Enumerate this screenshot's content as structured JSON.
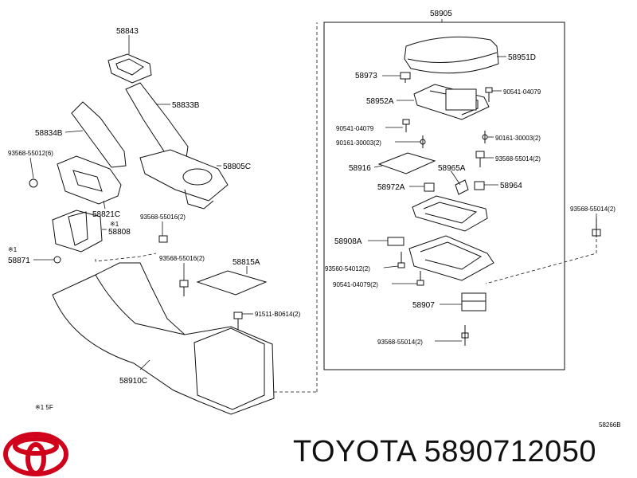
{
  "diagram": {
    "labels": {
      "p58905": "58905",
      "p58843": "58843",
      "p58951D": "58951D",
      "p58973": "58973",
      "p90541_top": "90541-04079",
      "p58833B": "58833B",
      "p58952A": "58952A",
      "p58834B": "58834B",
      "p90541_left": "90541-04079",
      "p90161_left": "90161-30003(2)",
      "p90161_right": "90161-30003(2)",
      "p93568_55012": "93568-55012(6)",
      "p58805C": "58805C",
      "p93568_55014_top": "93568-55014(2)",
      "p58916": "58916",
      "p58965A": "58965A",
      "p58972A": "58972A",
      "p58964": "58964",
      "p58821C": "58821C",
      "p93568_55016_a": "93568-55016(2)",
      "p93568_55014_right": "93568-55014(2)",
      "note1_a": "※1",
      "p58808": "58808",
      "note1_b": "※1",
      "p58871": "58871",
      "p58908A": "58908A",
      "p93568_55016_b": "93568-55016(2)",
      "p58815A": "58815A",
      "p93560_54012": "93560-54012(2)",
      "p90541_bottom": "90541-04079(2)",
      "p58907": "58907",
      "p91511": "91511-B0614(2)",
      "p93568_55014_bottom": "93568-55014(2)",
      "p58910C": "58910C",
      "footnote": "※1 5F",
      "code": "58266B"
    }
  },
  "brand": {
    "caption": "TOYOTA 5890712050",
    "color": "#d0021b"
  }
}
